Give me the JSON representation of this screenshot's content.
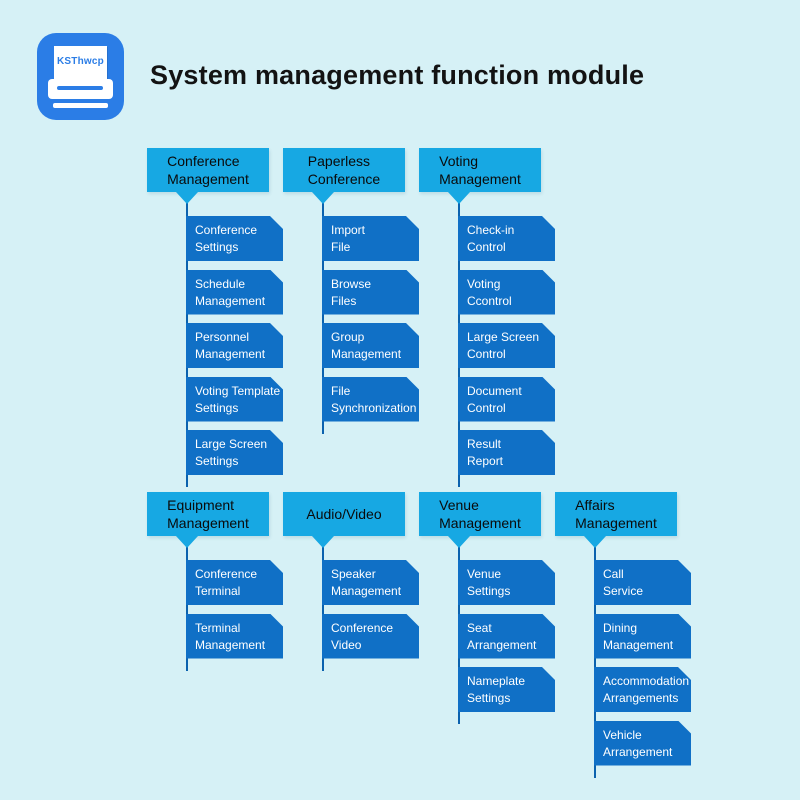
{
  "title": "System management function module",
  "logo": {
    "text": "KSThwcp",
    "color": "#2b7de6"
  },
  "colors": {
    "background": "#d6f1f6",
    "parent_box": "#17a8e3",
    "child_box": "#1070c6",
    "connector_line": "#0b62ae",
    "parent_text": "#0a0a0a",
    "child_text": "#ffffff",
    "title_text": "#131313"
  },
  "tree": {
    "groups": [
      {
        "row": 0,
        "col": 0,
        "parent": "Conference\nManagement",
        "children": [
          "Conference\nSettings",
          "Schedule\nManagement",
          "Personnel\nManagement",
          "Voting Template\nSettings",
          "Large Screen\nSettings"
        ]
      },
      {
        "row": 0,
        "col": 1,
        "parent": "Paperless\nConference",
        "children": [
          "Import\nFile",
          "Browse\nFiles",
          "Group\nManagement",
          "File\nSynchronization"
        ]
      },
      {
        "row": 0,
        "col": 2,
        "parent": "Voting\nManagement",
        "children": [
          "Check-in\nControl",
          "Voting\nCcontrol",
          "Large Screen\nControl",
          "Document\nControl",
          "Result\nReport"
        ]
      },
      {
        "row": 1,
        "col": 0,
        "parent": "Equipment\nManagement",
        "children": [
          "Conference\nTerminal",
          "Terminal\nManagement"
        ]
      },
      {
        "row": 1,
        "col": 1,
        "parent": "Audio/Video",
        "children": [
          "Speaker\nManagement",
          "Conference\nVideo"
        ]
      },
      {
        "row": 1,
        "col": 2,
        "parent": "Venue\nManagement",
        "children": [
          "Venue\nSettings",
          "Seat\nArrangement",
          "Nameplate\nSettings"
        ]
      },
      {
        "row": 1,
        "col": 3,
        "parent": "Affairs\nManagement",
        "children": [
          "Call\nService",
          "Dining\nManagement",
          "Accommodation\nArrangements",
          "Vehicle\nArrangement"
        ]
      }
    ]
  }
}
